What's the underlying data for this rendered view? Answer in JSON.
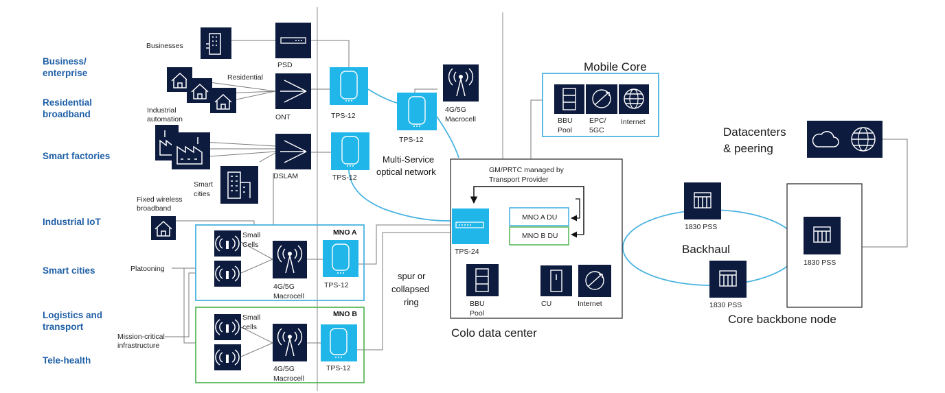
{
  "segments": {
    "business": [
      "Business/",
      "enterprise"
    ],
    "residential": [
      "Residential",
      "broadband"
    ],
    "factories": "Smart factories",
    "iot": "Industrial IoT",
    "cities": "Smart cities",
    "logistics": [
      "Logistics and",
      "transport"
    ],
    "health": "Tele-health"
  },
  "sources": {
    "businesses": "Businesses",
    "residential": "Residential",
    "industrial": [
      "Industrial",
      "automation"
    ],
    "smart_cities": [
      "Smart",
      "cities"
    ],
    "fixed_wireless": [
      "Fixed wireless",
      "broadband"
    ],
    "platooning": "Platooning",
    "mission_critical": [
      "Mission-critical",
      "infrastructure"
    ]
  },
  "access": {
    "psd": "PSD",
    "ont": "ONT",
    "dslam": "DSLAM",
    "tps12": "TPS-12",
    "tps24": "TPS-24",
    "macrocell": [
      "4G/5G",
      "Macrocell"
    ],
    "small_cells": [
      "Small",
      "Cells"
    ],
    "small_cells_b": [
      "Small",
      "cells"
    ]
  },
  "mno": {
    "a": "MNO A",
    "b": "MNO B",
    "a_du": "MNO A DU",
    "b_du": "MNO B DU"
  },
  "network": {
    "multi_service": [
      "Multi-Service",
      "optical network"
    ],
    "spur": [
      "spur or",
      "collapsed",
      "ring"
    ],
    "gm": [
      "GM/PRTC managed by",
      "Transport Provider"
    ],
    "colo": "Colo data center",
    "mobile_core": "Mobile Core",
    "bbu_pool": [
      "BBU",
      "Pool"
    ],
    "epc": [
      "EPC/",
      "5GC"
    ],
    "internet": "Internet",
    "cu": "CU",
    "datacenters": [
      "Datacenters",
      "& peering"
    ],
    "pss": "1830 PSS",
    "backhaul": "Backhaul",
    "core_node": "Core backbone node"
  },
  "colors": {
    "navy": "#0d1b3e",
    "cyan": "#20b6ea",
    "ring": "#49b3e0",
    "mno_a_border": "#49b3e0",
    "mno_b_border": "#5cb85c",
    "segment_text": "#1f5fa6"
  }
}
